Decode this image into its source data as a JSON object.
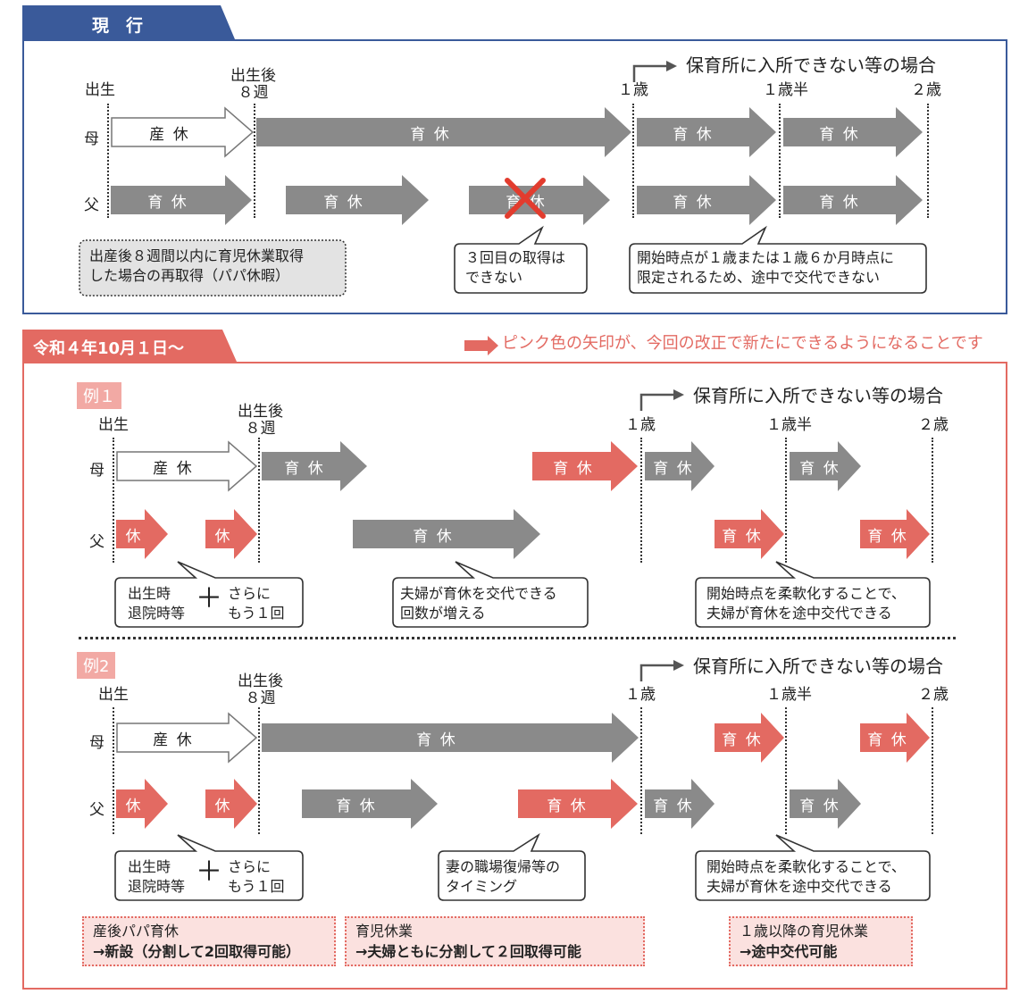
{
  "colors": {
    "blue": "#3a5a9a",
    "red": "#e36a62",
    "gray": "#8a8a8a",
    "pink_bg": "#fbe1df",
    "note_bg": "#e3e3e3"
  },
  "current": {
    "tab": "現　行",
    "nursery": "保育所に入所できない等の場合",
    "marks": {
      "birth": "出生",
      "after8": "出生後\n８週",
      "age1": "１歳",
      "age15": "１歳半",
      "age2": "２歳"
    },
    "rows": {
      "mother": "母",
      "father": "父"
    },
    "arrows": {
      "maternity": "産 休",
      "childcare": "育 休"
    },
    "notes": {
      "papa": "出産後８週間以内に育児休業取得\nした場合の再取得（パパ休暇）",
      "third": "３回目の取得は\nできない",
      "start": "開始時点が１歳または１歳６か月時点に\n限定されるため、途中で交代できない"
    }
  },
  "reform": {
    "tab": "令和４年10月１日〜",
    "legend": "ピンク色の矢印が、今回の改正で新たにできるようになることです",
    "ex1": {
      "tag": "例１",
      "nursery": "保育所に入所できない等の場合",
      "marks": {
        "birth": "出生",
        "after8": "出生後\n８週",
        "age1": "１歳",
        "age15": "１歳半",
        "age2": "２歳"
      },
      "rows": {
        "mother": "母",
        "father": "父"
      },
      "arrows": {
        "maternity": "産 休",
        "childcare": "育 休",
        "short": "休"
      },
      "notes": {
        "birth_left": "出生時\n退院時等",
        "plus": "＋",
        "birth_right": "さらに\nもう１回",
        "swap": "夫婦が育休を交代できる\n回数が増える",
        "flex": "開始時点を柔軟化することで、\n夫婦が育休を途中交代できる"
      }
    },
    "ex2": {
      "tag": "例2",
      "nursery": "保育所に入所できない等の場合",
      "marks": {
        "birth": "出生",
        "after8": "出生後\n８週",
        "age1": "１歳",
        "age15": "１歳半",
        "age2": "２歳"
      },
      "rows": {
        "mother": "母",
        "father": "父"
      },
      "arrows": {
        "maternity": "産 休",
        "childcare": "育 休",
        "short": "休"
      },
      "notes": {
        "birth_left": "出生時\n退院時等",
        "plus": "＋",
        "birth_right": "さらに\nもう１回",
        "timing": "妻の職場復帰等の\nタイミング",
        "flex": "開始時点を柔軟化することで、\n夫婦が育休を途中交代できる"
      }
    },
    "summary": {
      "s1_title": "産後パパ育休",
      "s1_body": "→新設（分割して2回取得可能）",
      "s2_title": "育児休業",
      "s2_body": "→夫婦ともに分割して２回取得可能",
      "s3_title": "１歳以降の育児休業",
      "s3_body": "→途中交代可能"
    }
  }
}
